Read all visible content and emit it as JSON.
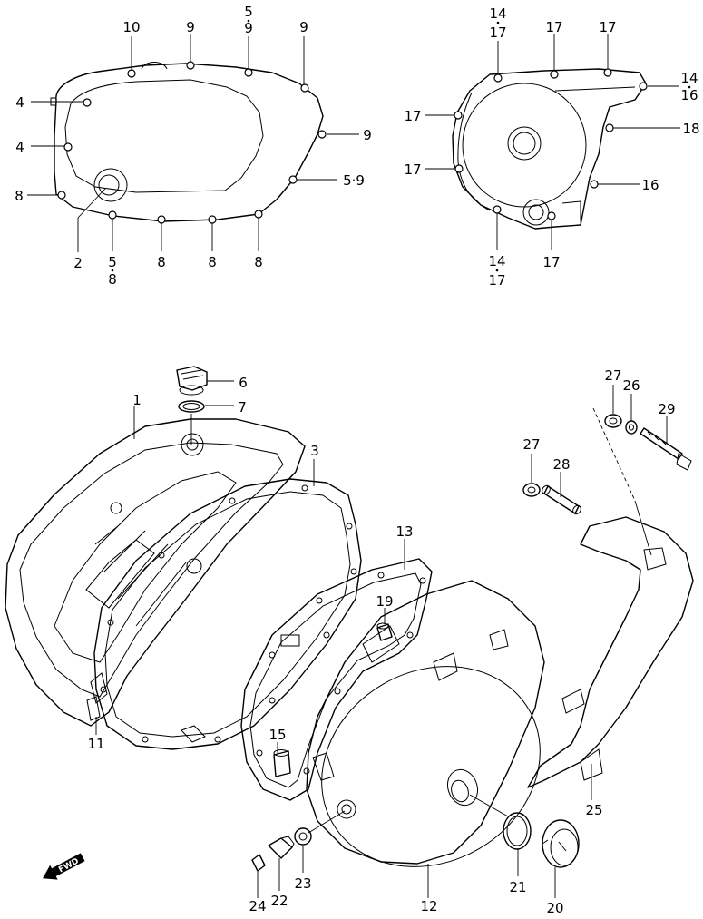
{
  "callouts": {
    "c10": "10",
    "c9a": "9",
    "c5a": "5",
    "c9b": "9",
    "c9c": "9",
    "c4a": "4",
    "c4b": "4",
    "c9d": "9",
    "c8a": "8",
    "c59": "5·9",
    "c2": "2",
    "c5b": "5",
    "c8b": "8",
    "c8c": "8",
    "c8d": "8",
    "c8e": "8",
    "c14a": "14",
    "c17a": "17",
    "c17b": "17",
    "c17c": "17",
    "c14b": "14",
    "c16a": "16",
    "c17d": "17",
    "c18": "18",
    "c17e": "17",
    "c16b": "16",
    "c14c": "14",
    "c17f": "17",
    "c17g": "17",
    "c6": "6",
    "c7": "7",
    "c1": "1",
    "c3": "3",
    "c13": "13",
    "c19": "19",
    "c11": "11",
    "c15": "15",
    "c12": "12",
    "c27a": "27",
    "c26": "26",
    "c29": "29",
    "c27b": "27",
    "c28": "28",
    "c25": "25",
    "c21": "21",
    "c20": "20",
    "c23": "23",
    "c22": "22",
    "c24": "24"
  },
  "fwd_label": "FWD"
}
